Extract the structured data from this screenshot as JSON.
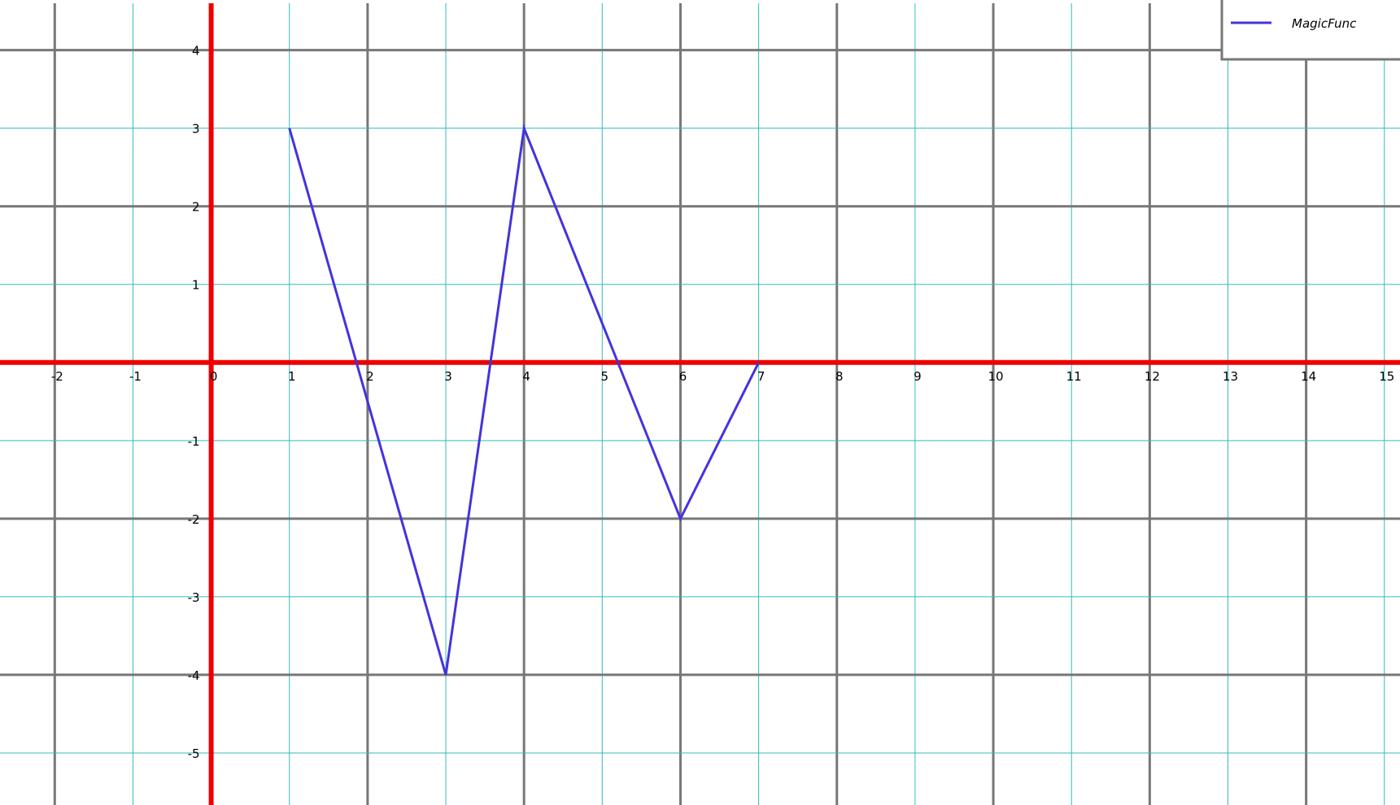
{
  "chart_data": {
    "type": "line",
    "title": "",
    "xlabel": "",
    "ylabel": "",
    "xlim": [
      -2.7,
      15.2
    ],
    "ylim": [
      -5.75,
      4.6
    ],
    "x_ticks": [
      -2,
      -1,
      0,
      1,
      2,
      3,
      4,
      5,
      6,
      7,
      8,
      9,
      10,
      11,
      12,
      13,
      14,
      15
    ],
    "y_ticks": [
      -5,
      -4,
      -3,
      -2,
      -1,
      1,
      2,
      3,
      4
    ],
    "x_tick_labels": [
      "-2",
      "-1",
      "0",
      "1",
      "2",
      "3",
      "4",
      "5",
      "6",
      "7",
      "8",
      "9",
      "10",
      "11",
      "12",
      "13",
      "14",
      "15"
    ],
    "y_tick_labels": [
      "-5",
      "-4",
      "-3",
      "-2",
      "-1",
      "1",
      "2",
      "3",
      "4"
    ],
    "grid": true,
    "major_grid_step": 2,
    "minor_grid_step": 1,
    "legend_position": "top-right",
    "series": [
      {
        "name": "MagicFunc",
        "color": "#4433dd",
        "x": [
          1,
          3,
          4,
          6,
          7
        ],
        "y": [
          3,
          -4,
          3,
          -2,
          0
        ]
      }
    ],
    "colors": {
      "axis": "#ee0000",
      "major_grid": "#777777",
      "minor_grid": "#33bbbb",
      "legend_border": "#777777"
    }
  }
}
